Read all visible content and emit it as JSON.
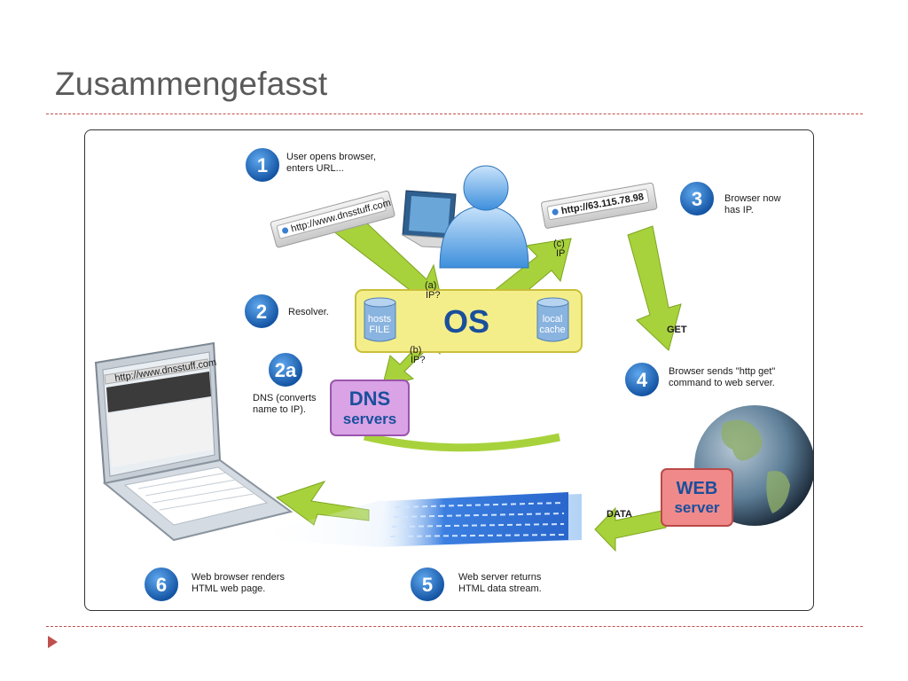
{
  "slide": {
    "title": "Zusammengefasst"
  },
  "colors": {
    "accent": "#c0504d",
    "step_circle": "#1f6fbf",
    "arrow_green": "#a8d23c",
    "os_box": "#f4ee8a",
    "dns_box": "#d9a3e6",
    "web_box": "#f08a8a"
  },
  "steps": [
    {
      "number": "1",
      "lines": [
        "User opens browser,",
        "enters URL..."
      ]
    },
    {
      "number": "2",
      "lines": [
        "Resolver."
      ]
    },
    {
      "number": "2a",
      "lines": [
        "DNS (converts",
        "name to IP)."
      ]
    },
    {
      "number": "3",
      "lines": [
        "Browser now",
        "has IP."
      ]
    },
    {
      "number": "4",
      "lines": [
        "Browser sends \"http get\"",
        "command to web server."
      ]
    },
    {
      "number": "5",
      "lines": [
        "Web server returns",
        "HTML data stream."
      ]
    },
    {
      "number": "6",
      "lines": [
        "Web browser renders",
        "HTML web page."
      ]
    }
  ],
  "urlbars": {
    "left": "http://www.dnsstuff.com",
    "right": "http://63.115.78.98",
    "laptop": "http://www.dnsstuff.com"
  },
  "os_box": {
    "label": "OS",
    "hosts_lines": [
      "hosts",
      "FILE"
    ],
    "cache_lines": [
      "local",
      "cache"
    ]
  },
  "dns_box": {
    "line1": "DNS",
    "line2": "servers"
  },
  "web_box": {
    "line1": "WEB",
    "line2": "server"
  },
  "arrows": {
    "a_lines": [
      "(a)",
      "IP?"
    ],
    "b_lines": [
      "(b)",
      "IP?"
    ],
    "c_lines": [
      "(c)",
      "IP"
    ],
    "get": "GET",
    "data": "DATA"
  }
}
